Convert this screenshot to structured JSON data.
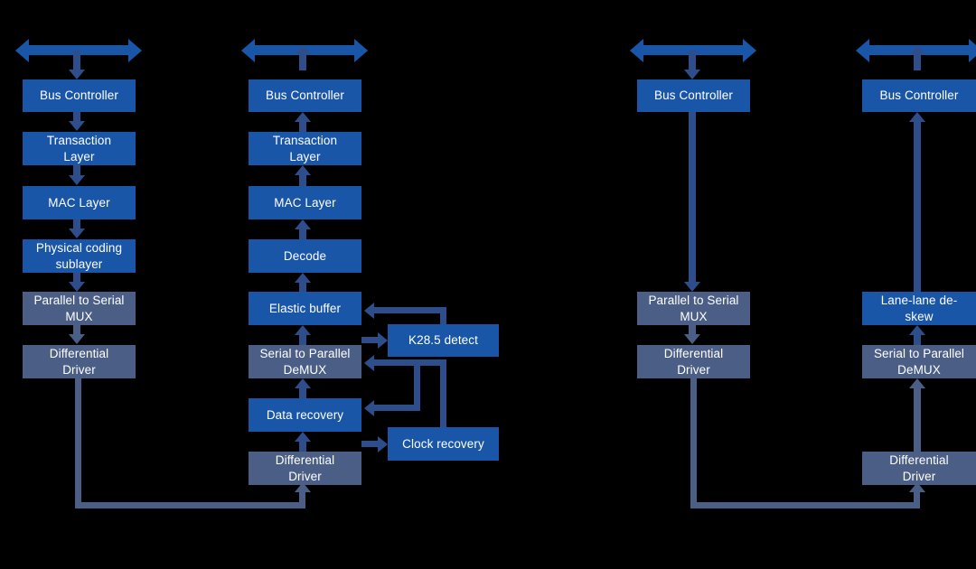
{
  "diagram": {
    "title": "PCIe-style serial link layer stack block diagram",
    "background_color": "#000000",
    "colors": {
      "block_bright": "#1a56a8",
      "block_muted": "#4b5e85",
      "connector_bright": "#2d4e8a",
      "connector_muted": "#4b5e85",
      "bus_arrow": "#1a56a8",
      "text": "#ffffff"
    },
    "columns": [
      {
        "name": "transmit-stack-single-lane",
        "bus_arrow": {
          "label": "bidirectional-bus",
          "direction": "both"
        },
        "blocks": [
          {
            "id": "c1-bus-controller",
            "label": "Bus Controller",
            "style": "bright"
          },
          {
            "id": "c1-transaction-layer",
            "label": "Transaction\nLayer",
            "style": "bright"
          },
          {
            "id": "c1-mac-layer",
            "label": "MAC Layer",
            "style": "bright"
          },
          {
            "id": "c1-physical-coding-sublayer",
            "label": "Physical coding\nsublayer",
            "style": "bright"
          },
          {
            "id": "c1-parallel-to-serial-mux",
            "label": "Parallel to Serial\nMUX",
            "style": "muted"
          },
          {
            "id": "c1-differential-driver",
            "label": "Differential\nDriver",
            "style": "muted"
          }
        ]
      },
      {
        "name": "receive-stack-single-lane",
        "bus_arrow": {
          "label": "bidirectional-bus",
          "direction": "both"
        },
        "blocks": [
          {
            "id": "c2-bus-controller",
            "label": "Bus Controller",
            "style": "bright"
          },
          {
            "id": "c2-transaction-layer",
            "label": "Transaction\nLayer",
            "style": "bright"
          },
          {
            "id": "c2-mac-layer",
            "label": "MAC Layer",
            "style": "bright"
          },
          {
            "id": "c2-decode",
            "label": "Decode",
            "style": "bright"
          },
          {
            "id": "c2-elastic-buffer",
            "label": "Elastic buffer",
            "style": "bright"
          },
          {
            "id": "c2-serial-to-parallel-demux",
            "label": "Serial to Parallel\nDeMUX",
            "style": "muted"
          },
          {
            "id": "c2-data-recovery",
            "label": "Data recovery",
            "style": "bright"
          },
          {
            "id": "c2-differential-driver",
            "label": "Differential\nDriver",
            "style": "muted"
          }
        ],
        "side_blocks": [
          {
            "id": "c2-k28-5-detect",
            "label": "K28.5 detect",
            "style": "bright"
          },
          {
            "id": "c2-clock-recovery",
            "label": "Clock recovery",
            "style": "bright"
          }
        ]
      },
      {
        "name": "transmit-stack-multi-lane",
        "bus_arrow": {
          "label": "bidirectional-bus",
          "direction": "both"
        },
        "blocks": [
          {
            "id": "c3-bus-controller",
            "label": "Bus Controller",
            "style": "bright"
          },
          {
            "id": "c3-parallel-to-serial-mux",
            "label": "Parallel to Serial\nMUX",
            "style": "muted"
          },
          {
            "id": "c3-differential-driver",
            "label": "Differential\nDriver",
            "style": "muted"
          }
        ]
      },
      {
        "name": "receive-stack-multi-lane",
        "bus_arrow": {
          "label": "bidirectional-bus",
          "direction": "both"
        },
        "blocks": [
          {
            "id": "c4-bus-controller",
            "label": "Bus Controller",
            "style": "bright"
          },
          {
            "id": "c4-lane-lane-de-skew",
            "label": "Lane-lane de-\nskew",
            "style": "bright"
          },
          {
            "id": "c4-serial-to-parallel-demux",
            "label": "Serial to Parallel\nDeMUX",
            "style": "muted"
          },
          {
            "id": "c4-differential-driver",
            "label": "Differential\nDriver",
            "style": "muted"
          }
        ]
      }
    ],
    "connections": [
      {
        "from": "c1-differential-driver",
        "to": "c2-differential-driver",
        "route": "down-right-up"
      },
      {
        "from": "c3-differential-driver",
        "to": "c4-differential-driver",
        "route": "down-right-up"
      },
      {
        "from": "c2-serial-to-parallel-demux",
        "to": "c2-k28-5-detect",
        "route": "right"
      },
      {
        "from": "c2-k28-5-detect",
        "to": "c2-elastic-buffer",
        "route": "up-left"
      },
      {
        "from": "c2-differential-driver",
        "to": "c2-clock-recovery",
        "route": "right"
      },
      {
        "from": "c2-clock-recovery",
        "to": "c2-serial-to-parallel-demux",
        "route": "up-left"
      },
      {
        "from": "c2-clock-recovery",
        "to": "c2-data-recovery",
        "route": "up-left"
      }
    ]
  }
}
